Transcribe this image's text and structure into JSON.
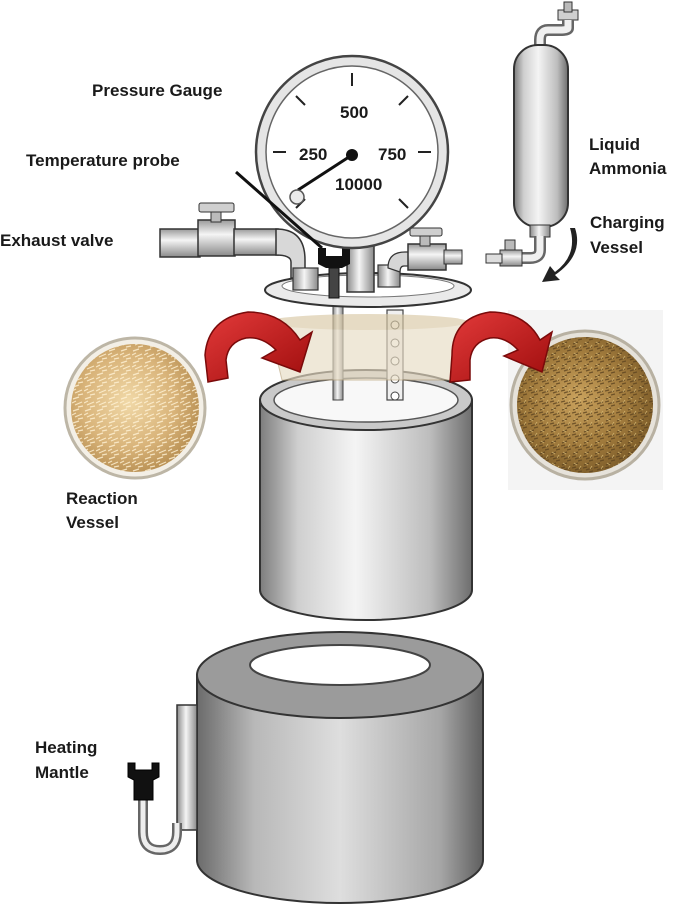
{
  "labels": {
    "pressure_gauge": "Pressure Gauge",
    "temperature_probe": "Temperature probe",
    "exhaust_valve": "Exhaust valve",
    "liquid_line1": "Liquid",
    "liquid_line2": "Ammonia",
    "charging_line1": "Charging",
    "charging_line2": "Vessel",
    "reaction_line1": "Reaction",
    "reaction_line2": "Vessel",
    "heating_line1": "Heating",
    "heating_line2": "Mantle"
  },
  "gauge": {
    "tick_labels": [
      "500",
      "250",
      "750",
      "10000"
    ]
  },
  "colors": {
    "arrow_red": "#c8102e",
    "metal_light": "#f2f2f2",
    "metal_dark": "#8a8a8a",
    "outline": "#333333",
    "raw_biomass": "#d9b47a",
    "treated_biomass": "#a07a3c"
  },
  "icons": [
    "curved-arrow-left-icon",
    "curved-arrow-right-icon",
    "small-black-arrow-icon"
  ]
}
